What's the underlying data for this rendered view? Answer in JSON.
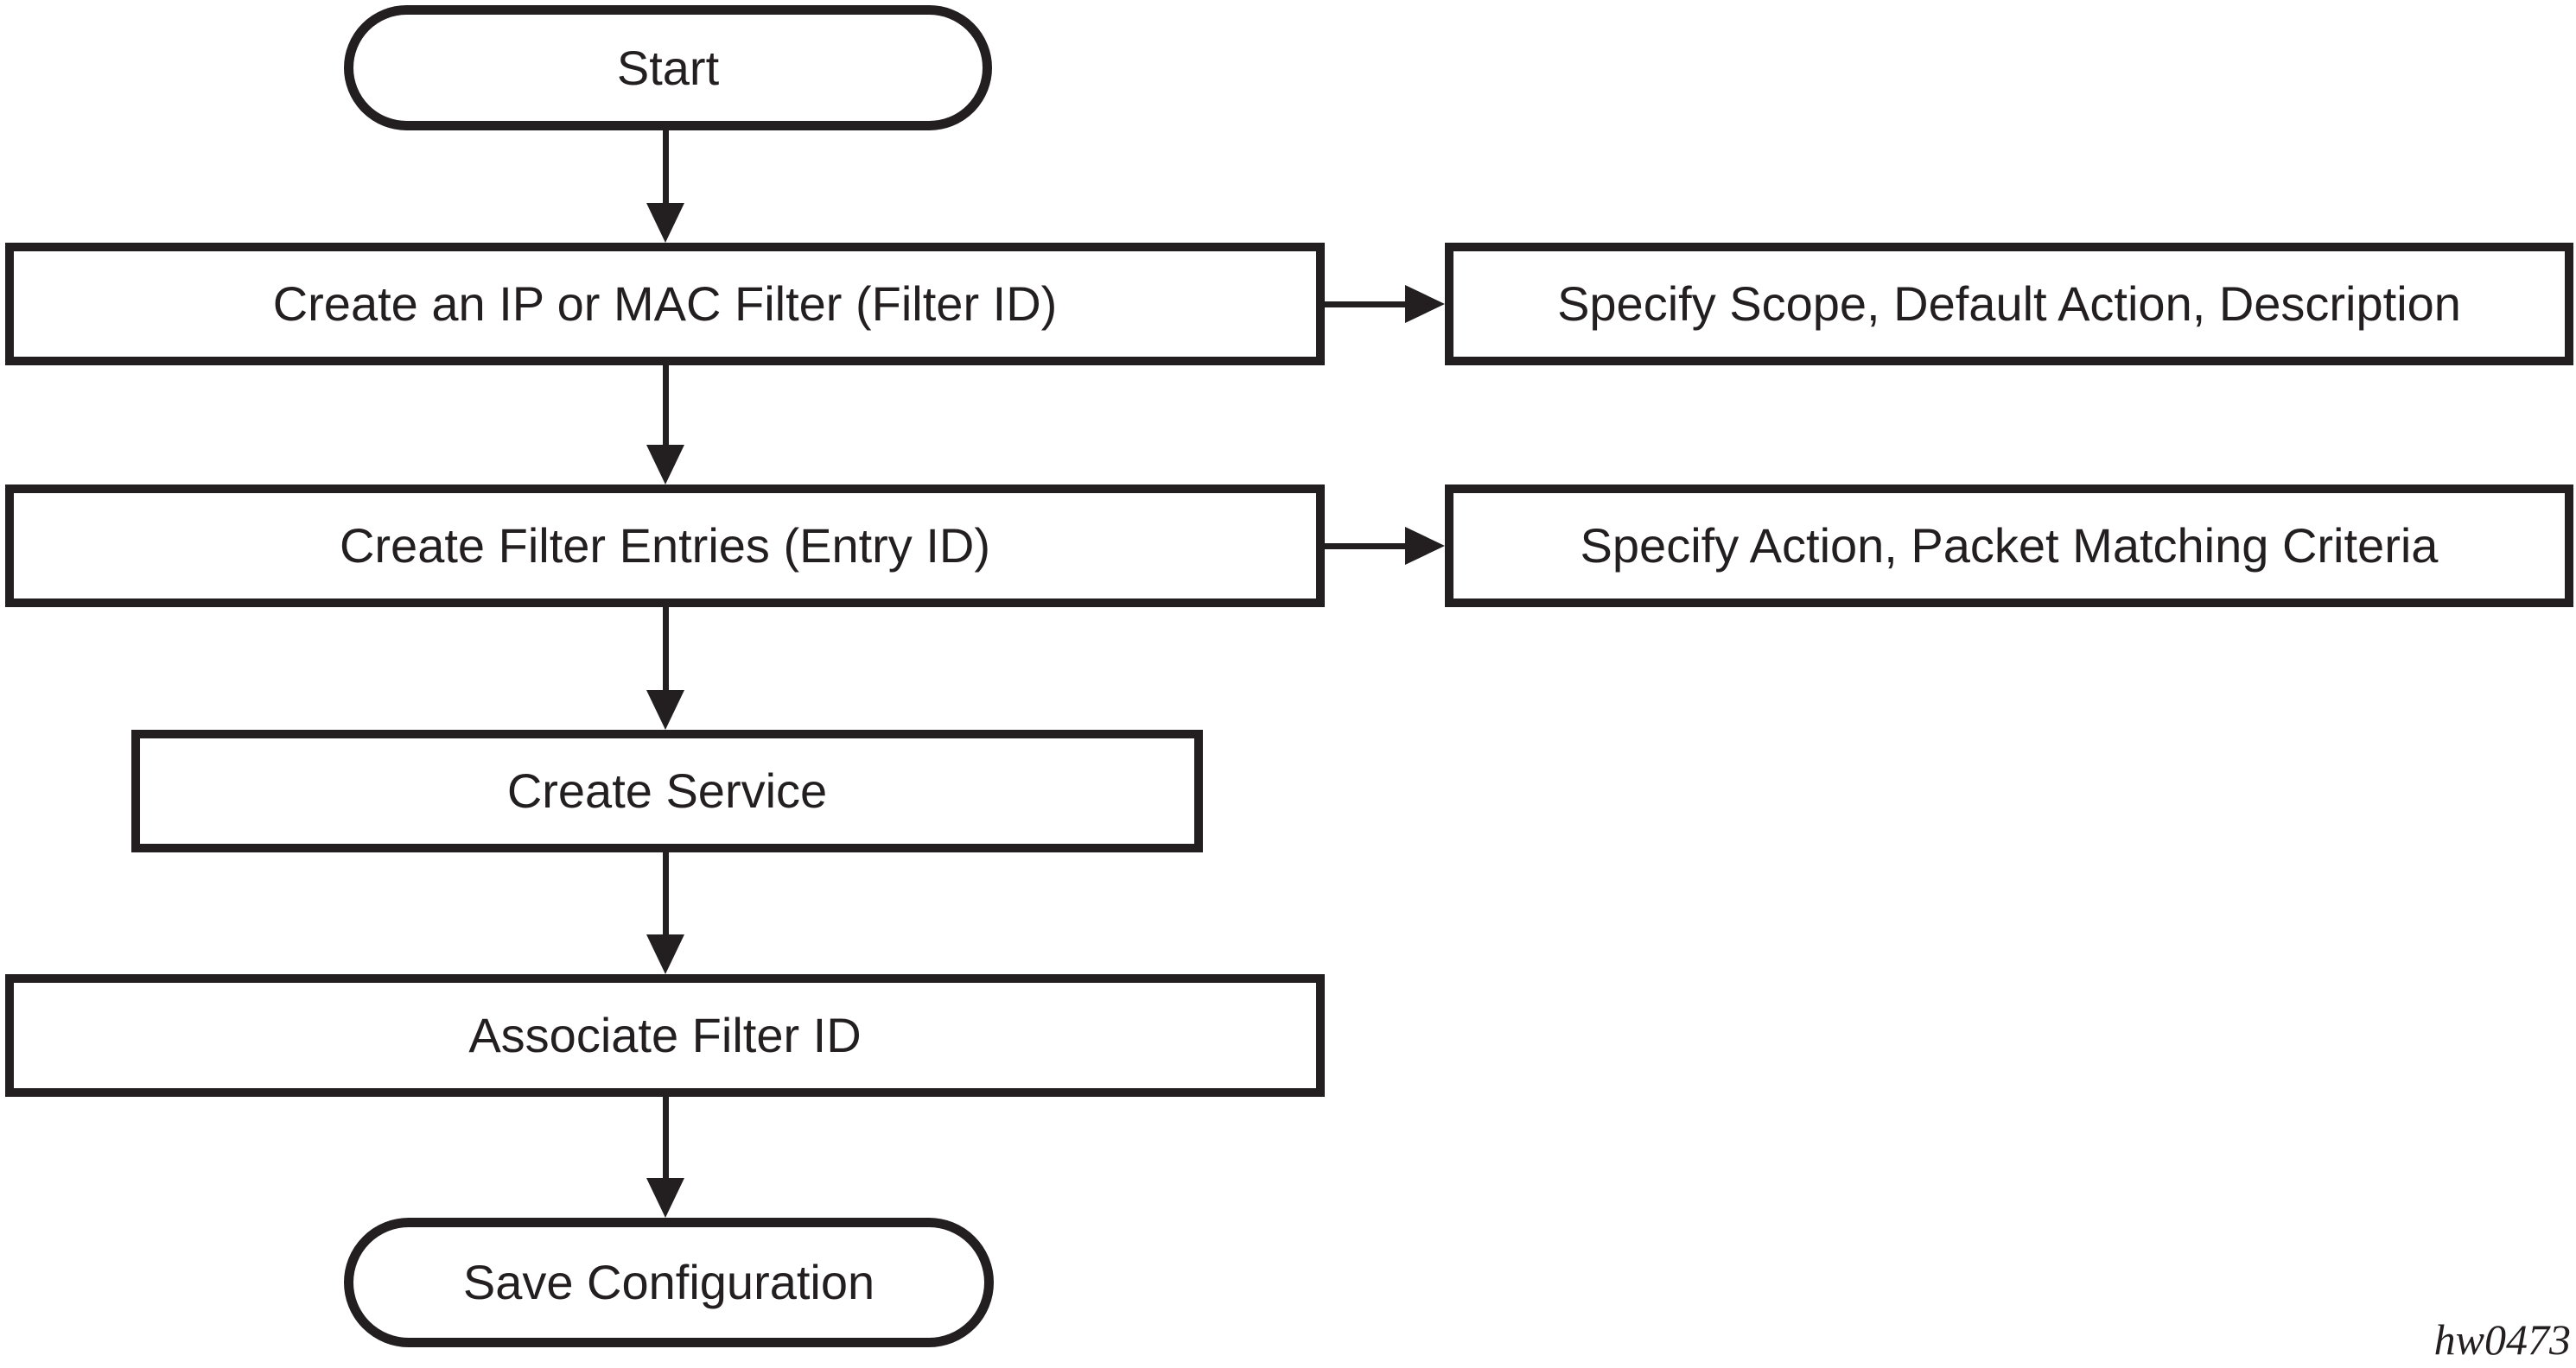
{
  "diagram": {
    "type": "flowchart",
    "figure_id": "hw0473",
    "colors": {
      "ink": "#231f20",
      "background": "#ffffff"
    },
    "nodes": [
      {
        "id": "start",
        "type": "terminator",
        "label": "Start"
      },
      {
        "id": "create-filter",
        "type": "process",
        "label": "Create an IP or MAC Filter (Filter ID)"
      },
      {
        "id": "specify-scope",
        "type": "process",
        "label": "Specify Scope, Default Action, Description"
      },
      {
        "id": "create-entries",
        "type": "process",
        "label": "Create Filter Entries (Entry ID)"
      },
      {
        "id": "specify-action",
        "type": "process",
        "label": "Specify Action, Packet Matching Criteria"
      },
      {
        "id": "create-service",
        "type": "process",
        "label": "Create Service"
      },
      {
        "id": "associate-filter",
        "type": "process",
        "label": "Associate Filter ID"
      },
      {
        "id": "save-config",
        "type": "terminator",
        "label": "Save Configuration"
      }
    ],
    "edges": [
      {
        "from": "start",
        "to": "create-filter",
        "direction": "down"
      },
      {
        "from": "create-filter",
        "to": "specify-scope",
        "direction": "right"
      },
      {
        "from": "create-filter",
        "to": "create-entries",
        "direction": "down"
      },
      {
        "from": "create-entries",
        "to": "specify-action",
        "direction": "right"
      },
      {
        "from": "create-entries",
        "to": "create-service",
        "direction": "down"
      },
      {
        "from": "create-service",
        "to": "associate-filter",
        "direction": "down"
      },
      {
        "from": "associate-filter",
        "to": "save-config",
        "direction": "down"
      }
    ]
  }
}
